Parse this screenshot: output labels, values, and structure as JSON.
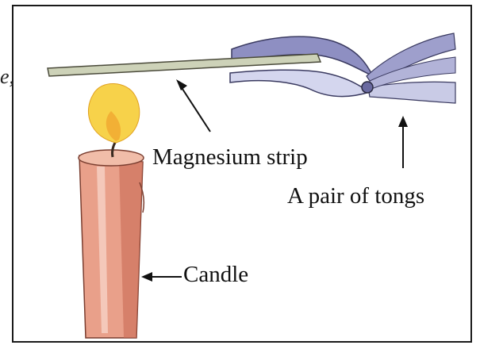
{
  "labels": {
    "magnesium": "Magnesium strip",
    "tongs": "A pair of tongs",
    "candle": "Candle"
  },
  "edge_fragment": "e,",
  "colors": {
    "frame": "#1a1a1a",
    "candle_body": "#e9a08a",
    "candle_shade": "#c96a55",
    "flame": "#f7d24a",
    "flame_core": "#f0a830",
    "strip": "#cdd2b8",
    "tongs": "#8e8fc2",
    "tongs_light": "#d4d6ee",
    "text": "#111111"
  }
}
